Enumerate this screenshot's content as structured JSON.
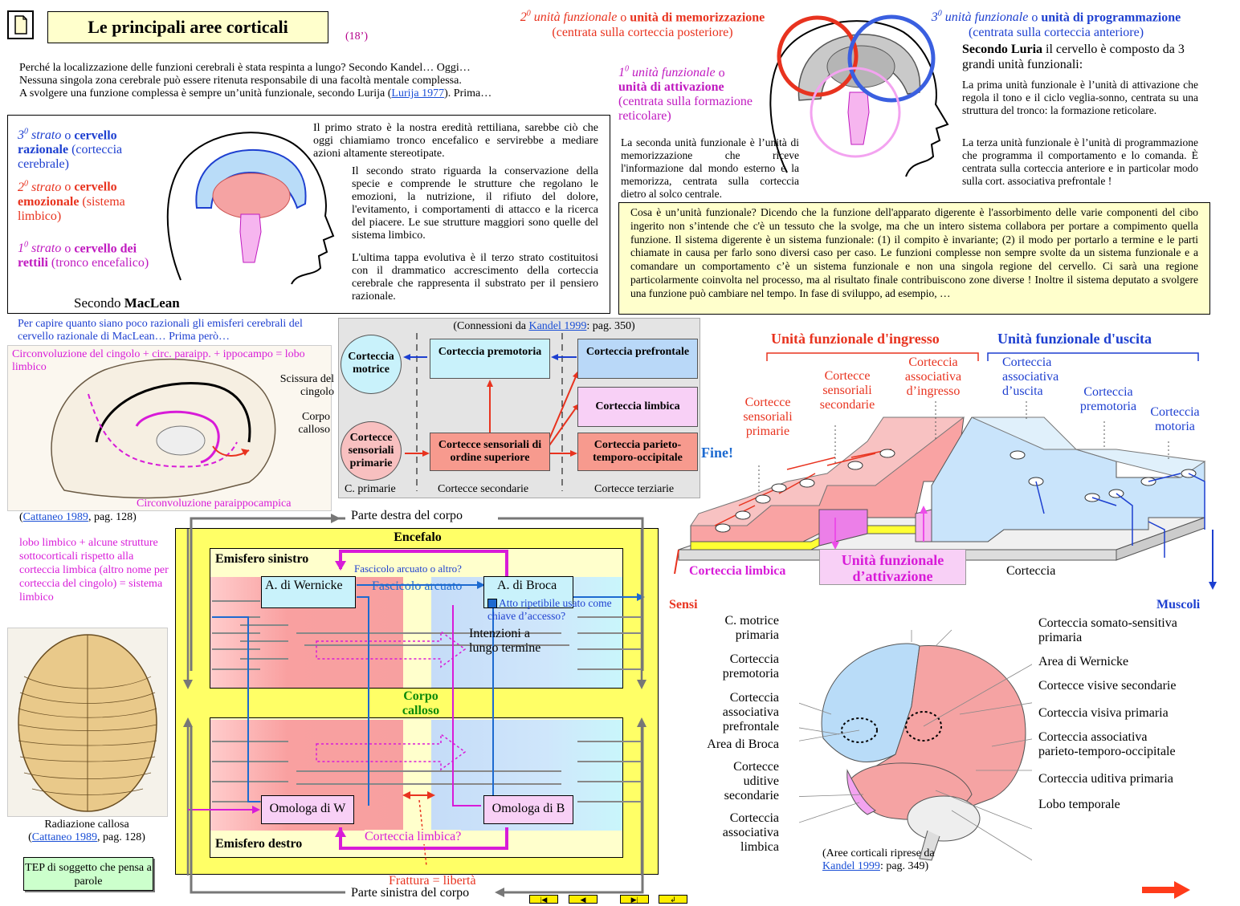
{
  "header": {
    "title": "Le principali aree corticali",
    "duration": "(18’)"
  },
  "intro": {
    "line1": "Perché la localizzazione delle funzioni cerebrali è stata respinta a lungo? Secondo Kandel…   Oggi…",
    "line2": "Nessuna singola zona cerebrale può essere ritenuta responsabile di una facoltà mentale complessa.",
    "line3_pre": "A svolgere una funzione complessa è sempre un’unità funzionale, secondo Lurija (",
    "line3_link": "Lurija 1977",
    "line3_post": ").   Prima…"
  },
  "maclean": {
    "s3_a": "3",
    "s3_sup": "0",
    "s3_b": " strato",
    "s3_c": " o ",
    "s3_d": "cervello razionale",
    "s3_e": " (corteccia cerebrale)",
    "s2_a": "2",
    "s2_sup": "0",
    "s2_b": " strato",
    "s2_c": " o ",
    "s2_d": "cervello emozionale",
    "s2_e": " (sistema limbico)",
    "s1_a": "1",
    "s1_sup": "0",
    "s1_b": " strato",
    "s1_c": " o ",
    "s1_d": "cervello dei rettili",
    "s1_e": " (tronco encefalico)",
    "caption_pre": "Secondo ",
    "caption_b": "MacLean",
    "p1": "Il primo strato è la nostra eredità rettiliana, sarebbe ciò che oggi chiamiamo tronco encefalico e servirebbe a mediare azioni altamente stereotipate.",
    "p2": "Il secondo strato riguarda la conservazione della specie e comprende le strutture che regolano le emozioni, la nutrizione, il rifiuto del dolore, l'evitamento, i comportamenti di attacco e la ricerca del piacere. Le sue strutture maggiori sono quelle del sistema limbico.",
    "p3": "L'ultima tappa evolutiva è il terzo strato costituitosi con il drammatico accrescimento della corteccia cerebrale che rappresenta il substrato per il pensiero razionale."
  },
  "luria": {
    "u2_a": "2",
    "u2_sup": "0",
    "u2_b": " unità funzionale",
    "u2_c": " o ",
    "u2_d": "unità di memorizzazione",
    "u2_e": "(centrata sulla corteccia posteriore)",
    "u3_a": "3",
    "u3_sup": "0",
    "u3_b": " unità funzionale",
    "u3_c": " o ",
    "u3_d": "unità di programmazione",
    "u3_e": "(centrata sulla corteccia anteriore)",
    "u1_a": "1",
    "u1_sup": "0",
    "u1_b": " unità funzionale",
    "u1_c": " o",
    "u1_d": "unità di attivazione",
    "u1_e": "(centrata sulla formazione reticolare)",
    "second": "La seconda unità funzionale è l’unità di memorizzazione che riceve l'informazione dal mondo esterno e la memorizza, centrata sulla corteccia dietro al solco centrale.",
    "intro_b": "Secondo Luria",
    "intro_r": " il cervello è composto da 3 grandi unità funzionali:",
    "first": "La prima unità funzionale è l’unità di attivazione che regola il tono e il ciclo veglia-sonno, centrata su una struttura del tronco: la formazione reticolare.",
    "third": "La terza unità funzionale è l’unità di programmazione che programma il comportamento e lo comanda. È centrata sulla corteccia anteriore e in particolar modo sulla cort. associativa prefrontale !"
  },
  "unit_box": {
    "text": "Cosa è un’unità funzionale? Dicendo che la funzione dell'apparato digerente è l'assorbimento delle varie componenti del cibo ingerito non s’intende che c'è un tessuto che la svolge, ma che un intero sistema collabora per portare a compimento quella funzione. Il sistema digerente è un sistema funzionale: (1) il compito è invariante; (2) il modo per portarlo a termine e le parti chiamate in causa per farlo sono diversi caso per caso. Le funzioni complesse non sempre svolte da un sistema funzionale e a comandare un comportamento c’è un sistema funzionale e non una singola regione del cervello. Ci sarà una regione particolarmente coinvolta nel processo, ma al risultato finale contribuiscono zone diverse ! Inoltre il sistema deputato a svolgere una funzione può cambiare nel tempo. In fase di sviluppo, ad esempio, …"
  },
  "limbic": {
    "intro": "Per capire quanto siano poco razionali gli emisferi cerebrali del cervello razionale di MacLean…   Prima però…",
    "label1": "Circonvoluzione del cingolo + circ. paraipp. + ippocampo = lobo limbico",
    "scissura": "Scissura del cingolo",
    "corpo": "Corpo calloso",
    "paraipp": "Circonvoluzione paraippocampica",
    "cite_link": "Cattaneo 1989",
    "cite_post": ", pag. 128)",
    "cite_pre": "(",
    "note": "lobo limbico + alcune strutture sottocorticali rispetto alla corteccia limbica (altro nome per corteccia del cingolo) = sistema limbico",
    "rad_caption": "Radiazione callosa",
    "rad_cite_post": ", pag. 128)",
    "tep": "TEP di soggetto che pensa a parole"
  },
  "kandel": {
    "title_pre": "(Connessioni da ",
    "title_link": "Kandel 1999",
    "title_post": ": pag. 350)",
    "motrice": "Corteccia motrice",
    "premotoria": "Corteccia premotoria",
    "prefrontale": "Corteccia prefrontale",
    "limbica": "Corteccia limbica",
    "sens_prim": "Cortecce sensoriali primarie",
    "sens_sup": "Cortecce sensoriali di ordine superiore",
    "pto": "Corteccia parieto-temporo-occipitale",
    "col1": "C. primarie",
    "col2": "Cortecce secondarie",
    "col3": "Cortecce terziarie"
  },
  "hemi": {
    "top": "Parte destra del corpo",
    "bottom": "Parte sinistra del corpo",
    "encefalo": "Encefalo",
    "sinistro": "Emisfero sinistro",
    "destro": "Emisfero destro",
    "fasc_q": "Fascicolo arcuato o altro?",
    "fasc": "Fascicolo arcuato",
    "wernicke": "A. di Wernicke",
    "broca": "A. di Broca",
    "atto": "Atto ripetibile usato come chiave d’accesso?",
    "intenzioni": "Intenzioni a lungo termine",
    "corpo": "Corpo calloso",
    "omW": "Omologa di W",
    "omB": "Omologa di B",
    "limbica_q": "Corteccia limbica?",
    "frattura": "Frattura = libertà"
  },
  "flow": {
    "ingresso": "Unità funzionale d'ingresso",
    "uscita": "Unità funzionale d'uscita",
    "sens_prim": "Cortecce sensoriali primarie",
    "sens_sec": "Cortecce sensoriali secondarie",
    "assoc_in": "Corteccia associativa d’ingresso",
    "assoc_out": "Corteccia associativa d’uscita",
    "premot": "Corteccia premotoria",
    "motoria": "Corteccia motoria",
    "fine": "Fine!",
    "limbica": "Corteccia limbica",
    "attiv": "Unità funzionale d’attivazione",
    "corteccia": "Corteccia",
    "sensi": "Sensi",
    "muscoli": "Muscoli"
  },
  "brain": {
    "left": [
      "C. motrice primaria",
      "Corteccia premotoria",
      "Corteccia associativa prefrontale",
      "Area di Broca",
      "Cortecce uditive secondarie",
      "Corteccia associativa limbica"
    ],
    "right": [
      "Corteccia somato-sensitiva primaria",
      "Area di Wernicke",
      "Cortecce visive secondarie",
      "Corteccia visiva primaria",
      "Corteccia associativa parieto-temporo-occipitale",
      "Corteccia uditiva primaria",
      "Lobo temporale"
    ],
    "cite_pre": "(Aree corticali riprese da",
    "cite_link": "Kandel 1999",
    "cite_post": ": pag. 349)"
  },
  "nav": [
    "|◀",
    "◀",
    "▶|",
    "↲"
  ],
  "colors": {
    "yellow": "#ffffcc",
    "pink": "#f9b8b8",
    "lightblue": "#c9e4fb",
    "magenta": "#d81bd8"
  }
}
